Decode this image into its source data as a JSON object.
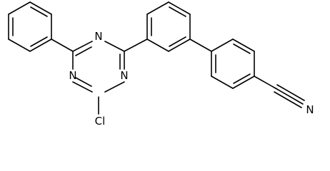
{
  "molecule": {
    "atoms": {
      "triazine_n_top_left": "N",
      "triazine_n_bottom_left": "N",
      "triazine_n_right": "N",
      "chlorine": "Cl",
      "nitrile_n": "N"
    }
  }
}
